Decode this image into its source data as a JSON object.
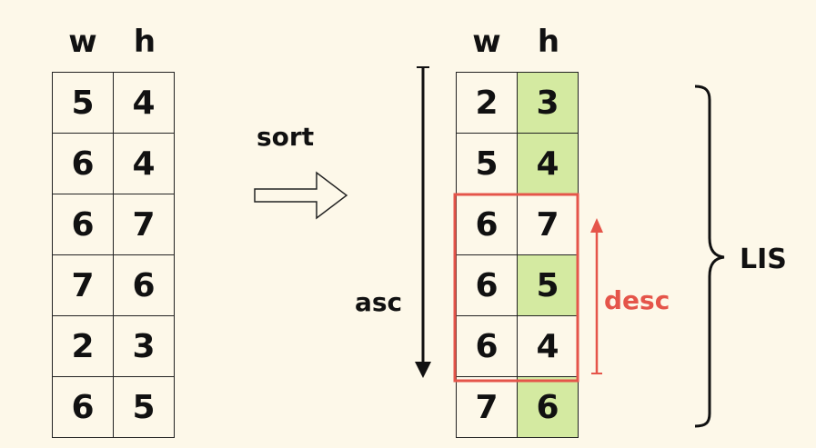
{
  "left_table": {
    "headers": [
      "w",
      "h"
    ],
    "rows": [
      [
        "5",
        "4"
      ],
      [
        "6",
        "4"
      ],
      [
        "6",
        "7"
      ],
      [
        "7",
        "6"
      ],
      [
        "2",
        "3"
      ],
      [
        "6",
        "5"
      ]
    ]
  },
  "right_table": {
    "headers": [
      "w",
      "h"
    ],
    "rows": [
      [
        "2",
        "3"
      ],
      [
        "5",
        "4"
      ],
      [
        "6",
        "7"
      ],
      [
        "6",
        "5"
      ],
      [
        "6",
        "4"
      ],
      [
        "7",
        "6"
      ]
    ],
    "highlighted_h_rows": [
      0,
      1,
      3,
      5
    ]
  },
  "labels": {
    "sort": "sort",
    "asc": "asc",
    "desc": "desc",
    "lis": "LIS"
  },
  "colors": {
    "background": "#fdf8e9",
    "highlight": "#d4eaa1",
    "accent_red": "#e5554a"
  }
}
